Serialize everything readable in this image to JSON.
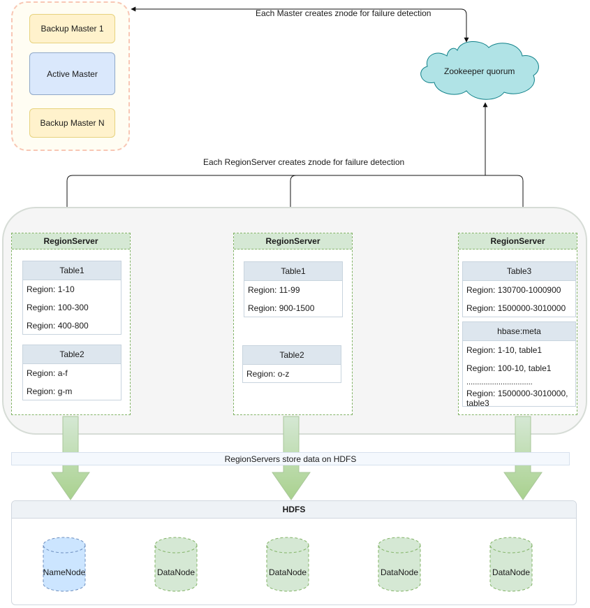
{
  "masters": {
    "backup_1": "Backup Master 1",
    "active": "Active Master",
    "backup_n": "Backup Master N"
  },
  "zookeeper": {
    "label": "Zookeeper quorum",
    "master_edge_label": "Each Master creates znode for failure detection",
    "regionserver_edge_label": "Each RegionServer creates znode for failure detection"
  },
  "region_servers": [
    {
      "title": "RegionServer",
      "tables": [
        {
          "name": "Table1",
          "regions": [
            "Region: 1-10",
            "Region: 100-300",
            "Region: 400-800"
          ]
        },
        {
          "name": "Table2",
          "regions": [
            "Region: a-f",
            "Region: g-m"
          ]
        }
      ]
    },
    {
      "title": "RegionServer",
      "tables": [
        {
          "name": "Table1",
          "regions": [
            "Region: 11-99",
            "Region: 900-1500"
          ]
        },
        {
          "name": "Table2",
          "regions": [
            "Region: o-z"
          ]
        }
      ]
    },
    {
      "title": "RegionServer",
      "tables": [
        {
          "name": "Table3",
          "regions": [
            "Region: 130700-1000900",
            "Region: 1500000-3010000"
          ]
        },
        {
          "name": "hbase:meta",
          "regions": [
            "Region: 1-10, table1",
            "Region: 100-10, table1",
            "...............................",
            "Region: 1500000-3010000, table3"
          ]
        }
      ]
    }
  ],
  "store_label": "RegionServers store data on HDFS",
  "hdfs": {
    "title": "HDFS",
    "nodes": [
      "NameNode",
      "DataNode",
      "DataNode",
      "DataNode",
      "DataNode"
    ]
  },
  "colors": {
    "backup_fill": "#fff2cc",
    "active_fill": "#dae8fc",
    "zookeeper_fill": "#b0e3e6",
    "regionserver_header": "#d5e8d4",
    "namenode_fill": "#cce5ff",
    "datanode_fill": "#d5e8d4",
    "arrow_fill": "#d5e8d4"
  }
}
